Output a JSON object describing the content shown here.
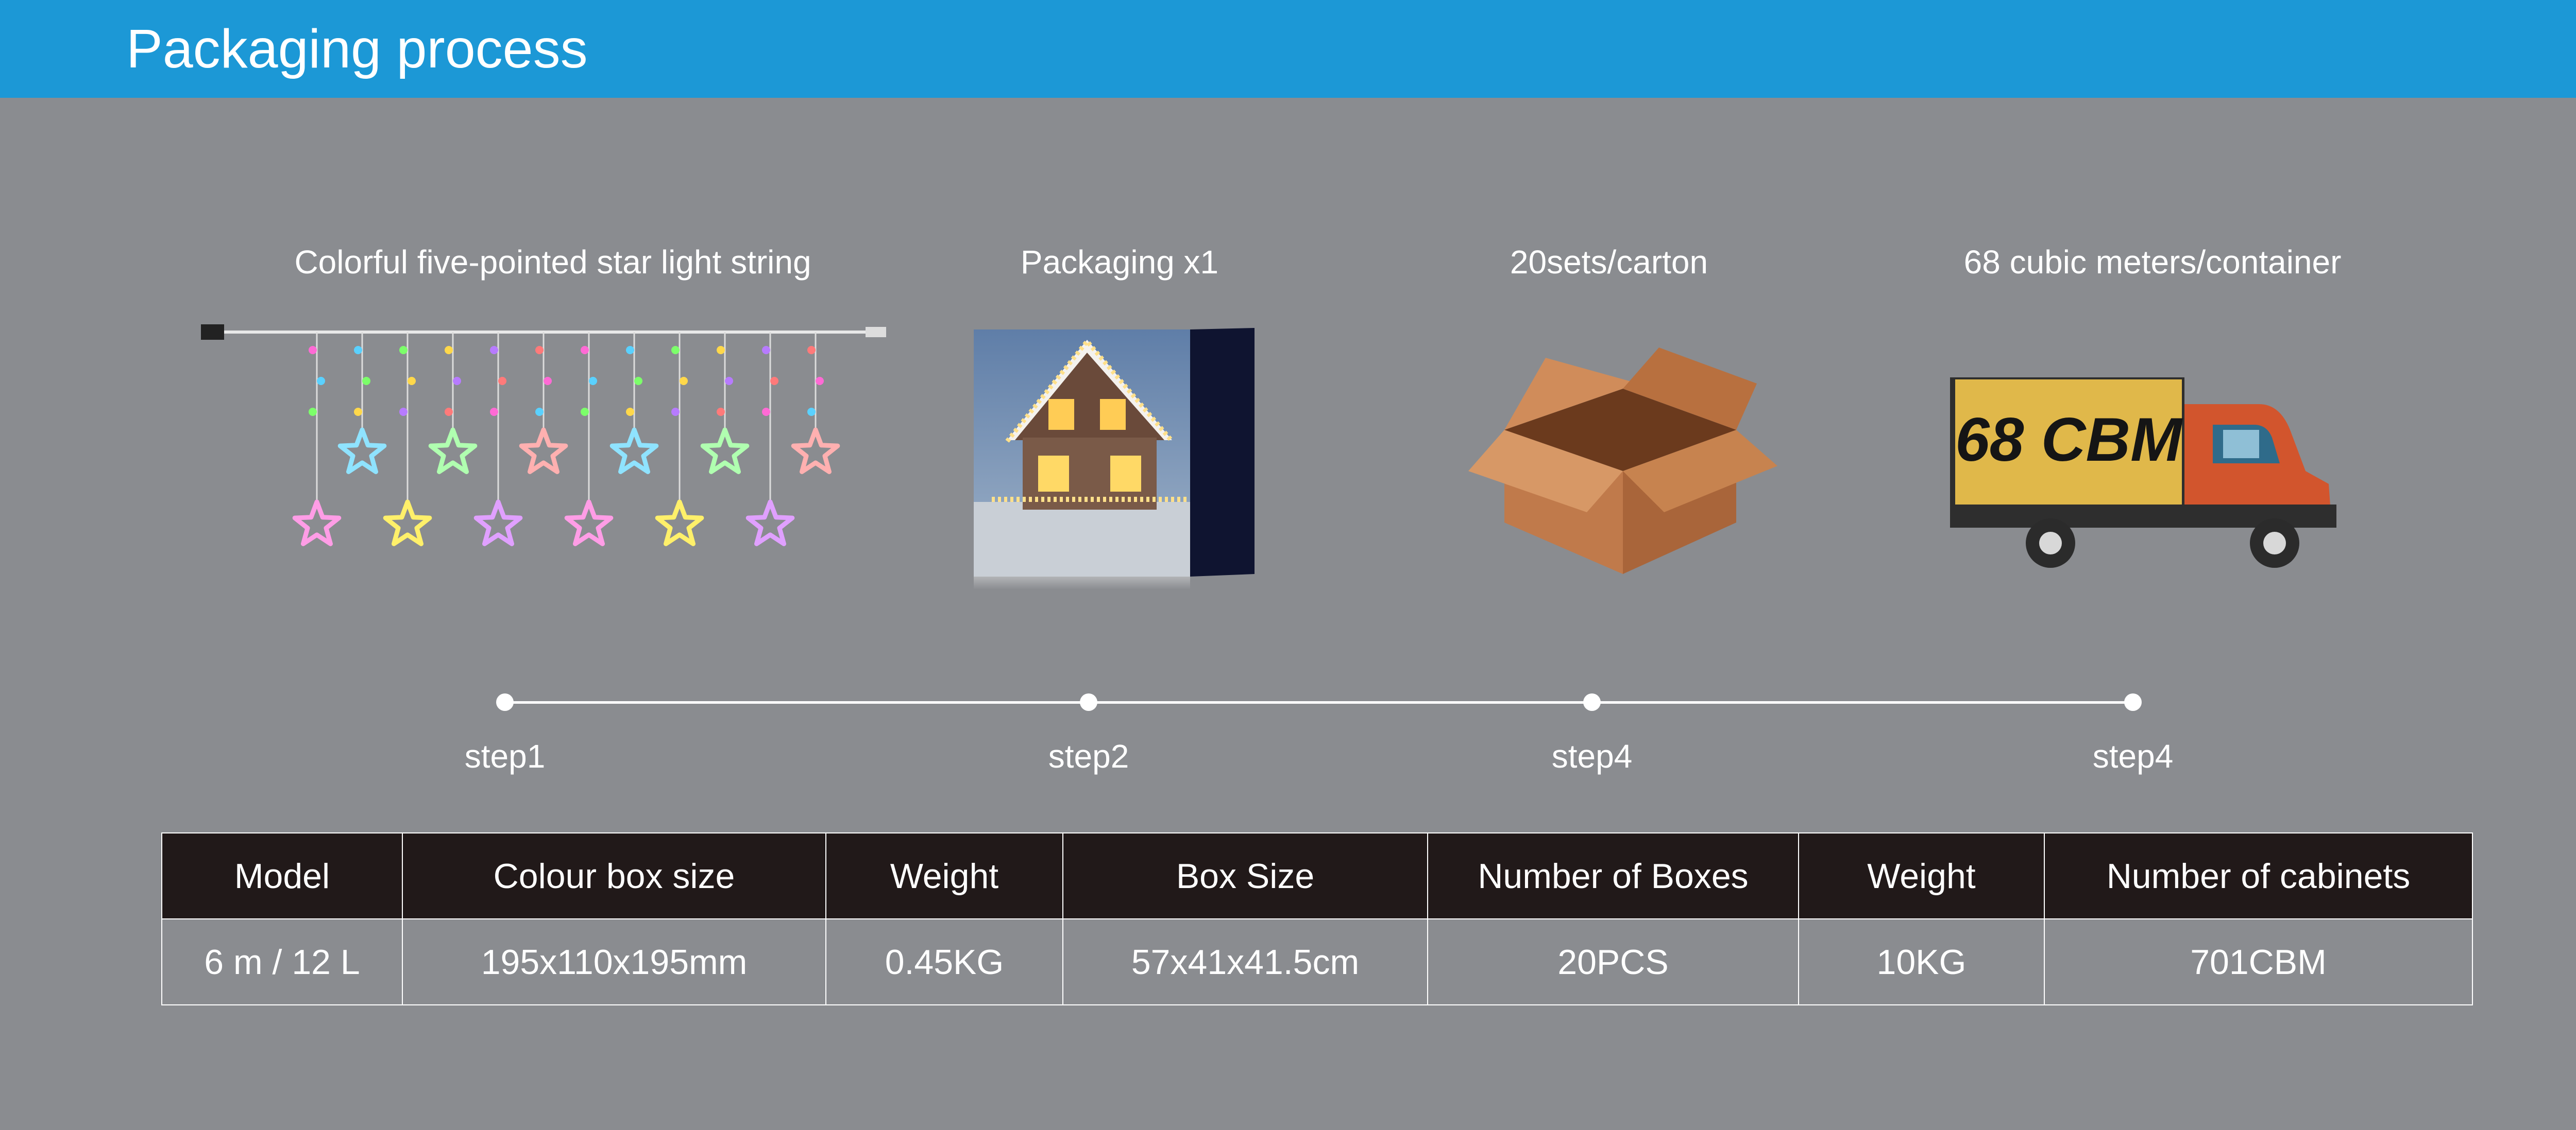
{
  "header": {
    "title": "Packaging process"
  },
  "stages": [
    {
      "label": "Colorful five-pointed star light string",
      "icon": "star-light-string-icon"
    },
    {
      "label": "Packaging x1",
      "icon": "colour-box-icon"
    },
    {
      "label": "20sets/carton",
      "icon": "open-carton-icon"
    },
    {
      "label": "68 cubic meters/container",
      "icon": "delivery-truck-icon"
    }
  ],
  "truck": {
    "cargo_text": "68 CBM"
  },
  "steps": [
    "step1",
    "step2",
    "step4",
    "step4"
  ],
  "table": {
    "headers": [
      "Model",
      "Colour box size",
      "Weight",
      "Box Size",
      "Number of Boxes",
      "Weight",
      "Number of cabinets"
    ],
    "rows": [
      [
        "6 m / 12 L",
        "195x110x195mm",
        "0.45KG",
        "57x41x41.5cm",
        "20PCS",
        "10KG",
        "701CBM"
      ]
    ]
  },
  "colors": {
    "header_bg": "#1c98d6",
    "page_bg": "#8a8c90",
    "table_header_bg": "#211919",
    "carton_brown": "#c07a4b",
    "truck_orange": "#d2552d",
    "truck_cargo": "#e0b84a"
  }
}
